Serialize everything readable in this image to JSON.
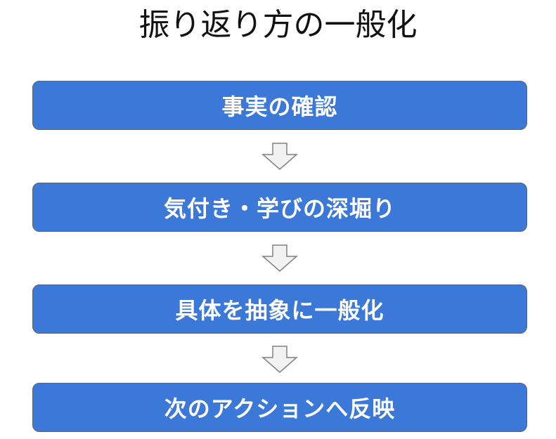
{
  "title": "振り返り方の一般化",
  "steps": [
    {
      "label": "事実の確認"
    },
    {
      "label": "気付き・学びの深堀り"
    },
    {
      "label": "具体を抽象に一般化"
    },
    {
      "label": "次のアクションへ反映"
    }
  ],
  "colors": {
    "box_fill": "#3b78d8",
    "box_border": "#5a6470",
    "box_text": "#ffffff",
    "arrow_fill": "#f2f2f2",
    "arrow_stroke": "#808080"
  },
  "icons": {
    "connector": "down-arrow-icon"
  }
}
